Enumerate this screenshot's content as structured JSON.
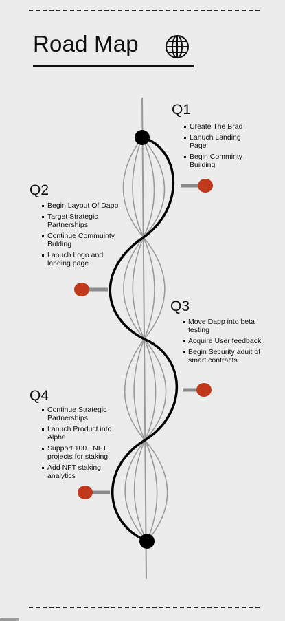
{
  "title": "Road Map",
  "icons": {
    "globe": "globe-icon"
  },
  "colors": {
    "background": "#ececec",
    "accent_dot": "#c0391b",
    "stem": "#8a8a8a",
    "path": "#000000"
  },
  "quarters": [
    {
      "label": "Q1",
      "items": [
        "Create The Brad",
        "Lanuch Landing Page",
        "Begin Comminty Building"
      ]
    },
    {
      "label": "Q2",
      "items": [
        "Begin Layout Of Dapp",
        "Target Strategic Partnerships",
        "Continue Commuinty Bulding",
        "Lanuch Logo and landing page"
      ]
    },
    {
      "label": "Q3",
      "items": [
        "Move Dapp into beta testing",
        "Acquire User feedback",
        "Begin Security aduit of smart  contracts"
      ]
    },
    {
      "label": "Q4",
      "items": [
        "Continue Strategic Partnerships",
        "Lanuch Product into Alpha",
        "Support 100+ NFT projects for staking!",
        "Add NFT staking analytics"
      ]
    }
  ]
}
